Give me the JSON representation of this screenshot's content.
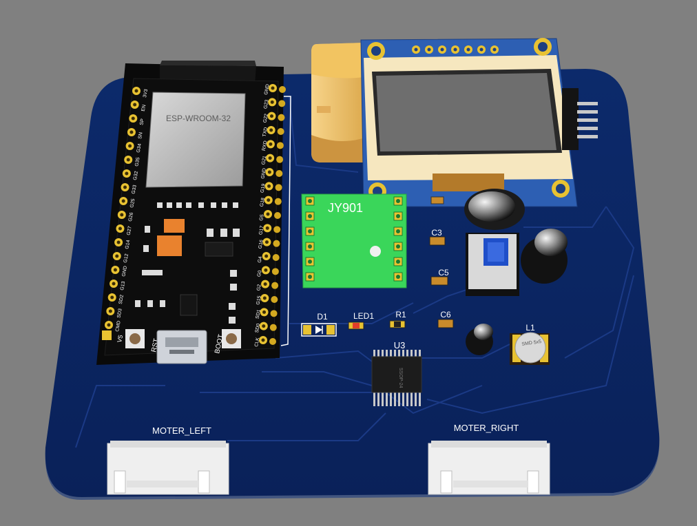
{
  "colors": {
    "background": "#808080",
    "board": "#0d2a66",
    "board_edge": "#3b4f7d",
    "silkscreen": "#ffffff",
    "esp_board": "#0b0b0b",
    "gold_pad": "#e8c232",
    "jy901": "#3ad65a",
    "oled_frame": "#2d5fb3",
    "oled_screen": "#6e6e6e",
    "connector": "#eeeeee",
    "buzzer": "#f2c461"
  },
  "module": {
    "shield": "ESP-WROOM-32",
    "left_pins": [
      "3V3",
      "EN",
      "SP",
      "SN",
      "G34",
      "G35",
      "G32",
      "G33",
      "G25",
      "G26",
      "G27",
      "G14",
      "G12",
      "GND",
      "G13",
      "SD2",
      "SD3",
      "CMD"
    ],
    "right_pins": [
      "GND",
      "G23",
      "G22",
      "TXD",
      "RXD",
      "G21",
      "GND",
      "G19",
      "G18",
      "G5",
      "G17",
      "G16",
      "G4",
      "G0",
      "G2",
      "G15",
      "SD1",
      "SD0",
      "CLK"
    ],
    "v5_label": "V5",
    "rst_label": "RST",
    "boot_label": "BOOT"
  },
  "jy901": {
    "label": "JY901"
  },
  "designators": {
    "c3": "C3",
    "c5": "C5",
    "c6": "C6",
    "d1": "D1",
    "led1": "LED1",
    "r1": "R1",
    "u3": "U3",
    "l1": "L1"
  },
  "inductor_marking": "SMD 5x5",
  "ic_marking": "SSOP-24",
  "connectors": {
    "left": "MOTER_LEFT",
    "right": "MOTER_RIGHT"
  }
}
